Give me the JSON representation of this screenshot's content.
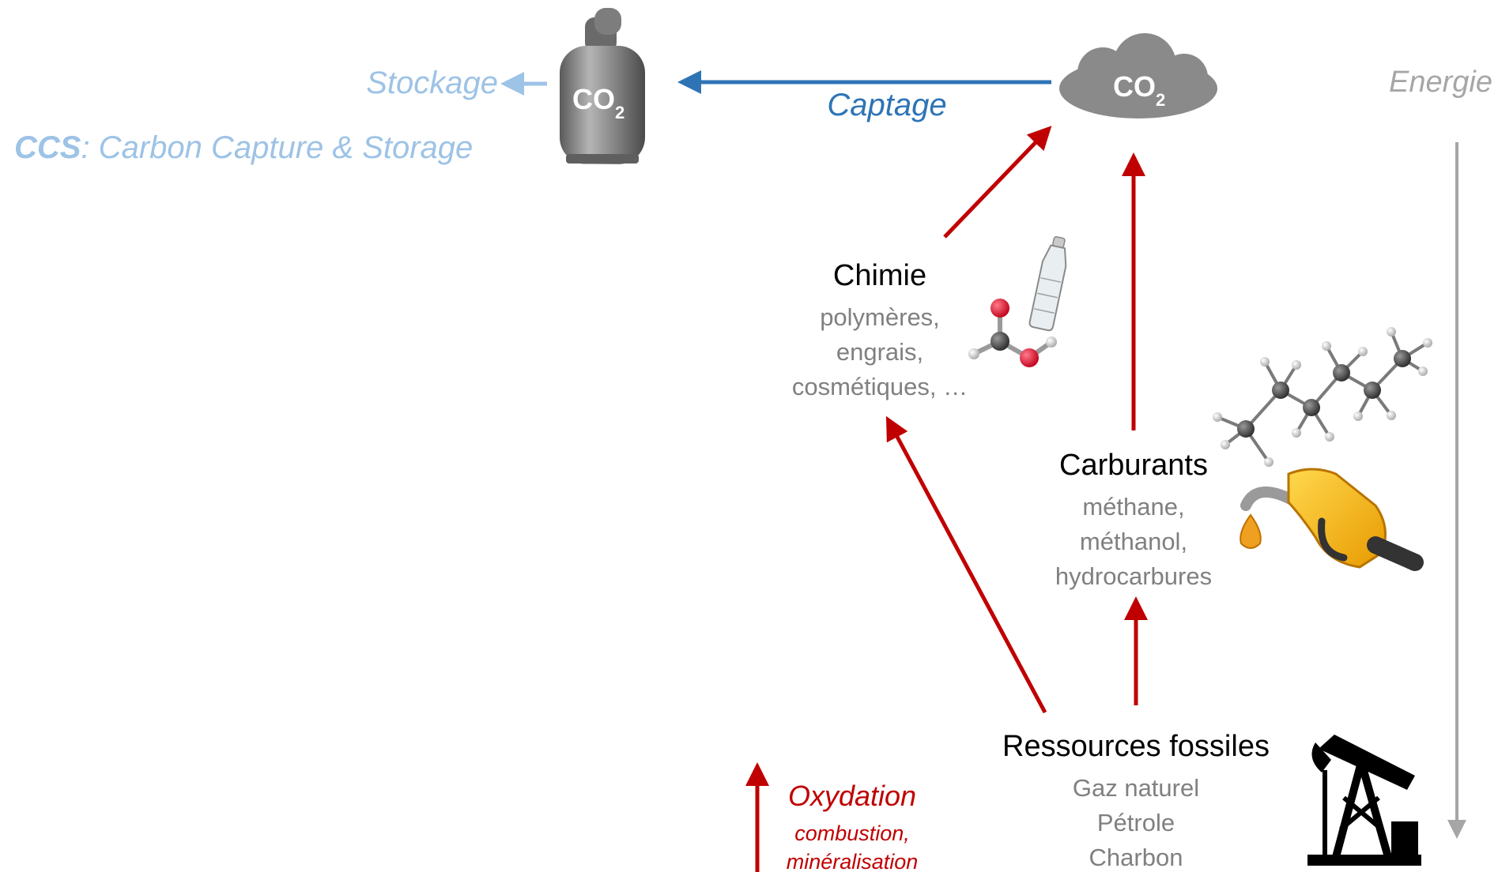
{
  "stockage": "Stockage",
  "ccs": {
    "abbr": "CCS",
    "rest": ": Carbon Capture & Storage"
  },
  "captage": "Captage",
  "energie": "Energie",
  "co2": {
    "c": "CO",
    "sub": "2"
  },
  "chimie": {
    "title": "Chimie",
    "lines": [
      "polymères,",
      "engrais,",
      "cosmétiques, …"
    ]
  },
  "carburants": {
    "title": "Carburants",
    "lines": [
      "méthane,",
      "méthanol,",
      "hydrocarbures"
    ]
  },
  "fossiles": {
    "title": "Ressources fossiles",
    "lines": [
      "Gaz naturel",
      "Pétrole",
      "Charbon"
    ]
  },
  "oxydation": {
    "title": "Oxydation",
    "lines": [
      "combustion,",
      "minéralisation"
    ]
  },
  "colors": {
    "red": "#c00000",
    "blue": "#2e74b5",
    "light_blue": "#9dc3e6",
    "gray_text": "#808080",
    "energie_gray": "#a6a6a6"
  },
  "icons": [
    "gas-cylinder-icon",
    "co2-cloud-icon",
    "bottle-icon",
    "molecule-icon",
    "hydrocarbon-molecule-icon",
    "fuel-nozzle-icon",
    "oil-pump-icon"
  ]
}
